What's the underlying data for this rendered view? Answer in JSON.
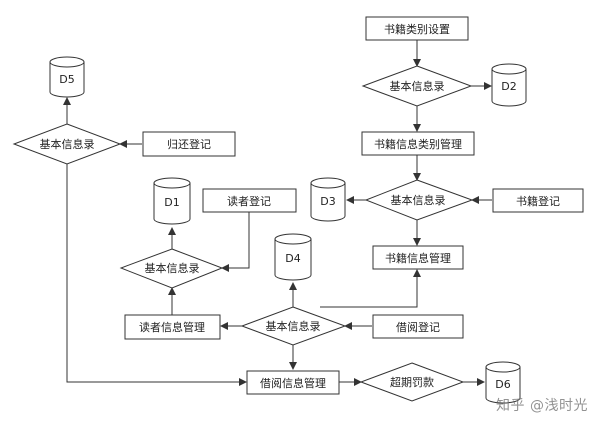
{
  "diagram": {
    "processes": {
      "book_category_setup": "书籍类别设置",
      "book_category_mgmt": "书籍信息类别管理",
      "book_register": "书籍登记",
      "book_info_mgmt": "书籍信息管理",
      "return_register": "归还登记",
      "reader_register": "读者登记",
      "reader_info_mgmt": "读者信息管理",
      "borrow_register": "借阅登记",
      "borrow_info_mgmt": "借阅信息管理"
    },
    "decisions": {
      "d_top": "基本信息录",
      "d_books": "基本信息录",
      "d_reader": "基本信息录",
      "d_return": "基本信息录",
      "d_borrow": "基本信息录",
      "d_fine": "超期罚款"
    },
    "stores": {
      "d1": "D1",
      "d2": "D2",
      "d3": "D3",
      "d4": "D4",
      "d5": "D5",
      "d6": "D6"
    }
  },
  "watermark": "知乎 @浅时光",
  "colors": {
    "stroke": "#333333",
    "fill": "#ffffff",
    "frame": "#f4f4f4"
  }
}
